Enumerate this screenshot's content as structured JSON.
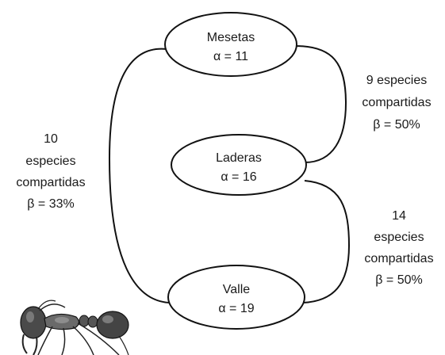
{
  "nodes": {
    "mesetas": {
      "name": "Mesetas",
      "alpha": "α = 11"
    },
    "laderas": {
      "name": "Laderas",
      "alpha": "α = 16"
    },
    "valle": {
      "name": "Valle",
      "alpha": "α = 19"
    }
  },
  "links": {
    "mesetas_laderas": {
      "line1": "9 especies",
      "line2": "compartidas",
      "beta": "β = 50%"
    },
    "laderas_valle": {
      "line1": "14",
      "line2": "especies",
      "line3": "compartidas",
      "beta": "β = 50%"
    },
    "mesetas_valle": {
      "line1": "10",
      "line2": "especies",
      "line3": "compartidas",
      "beta": "β = 33%"
    }
  },
  "illustration": {
    "icon": "ant-icon"
  }
}
